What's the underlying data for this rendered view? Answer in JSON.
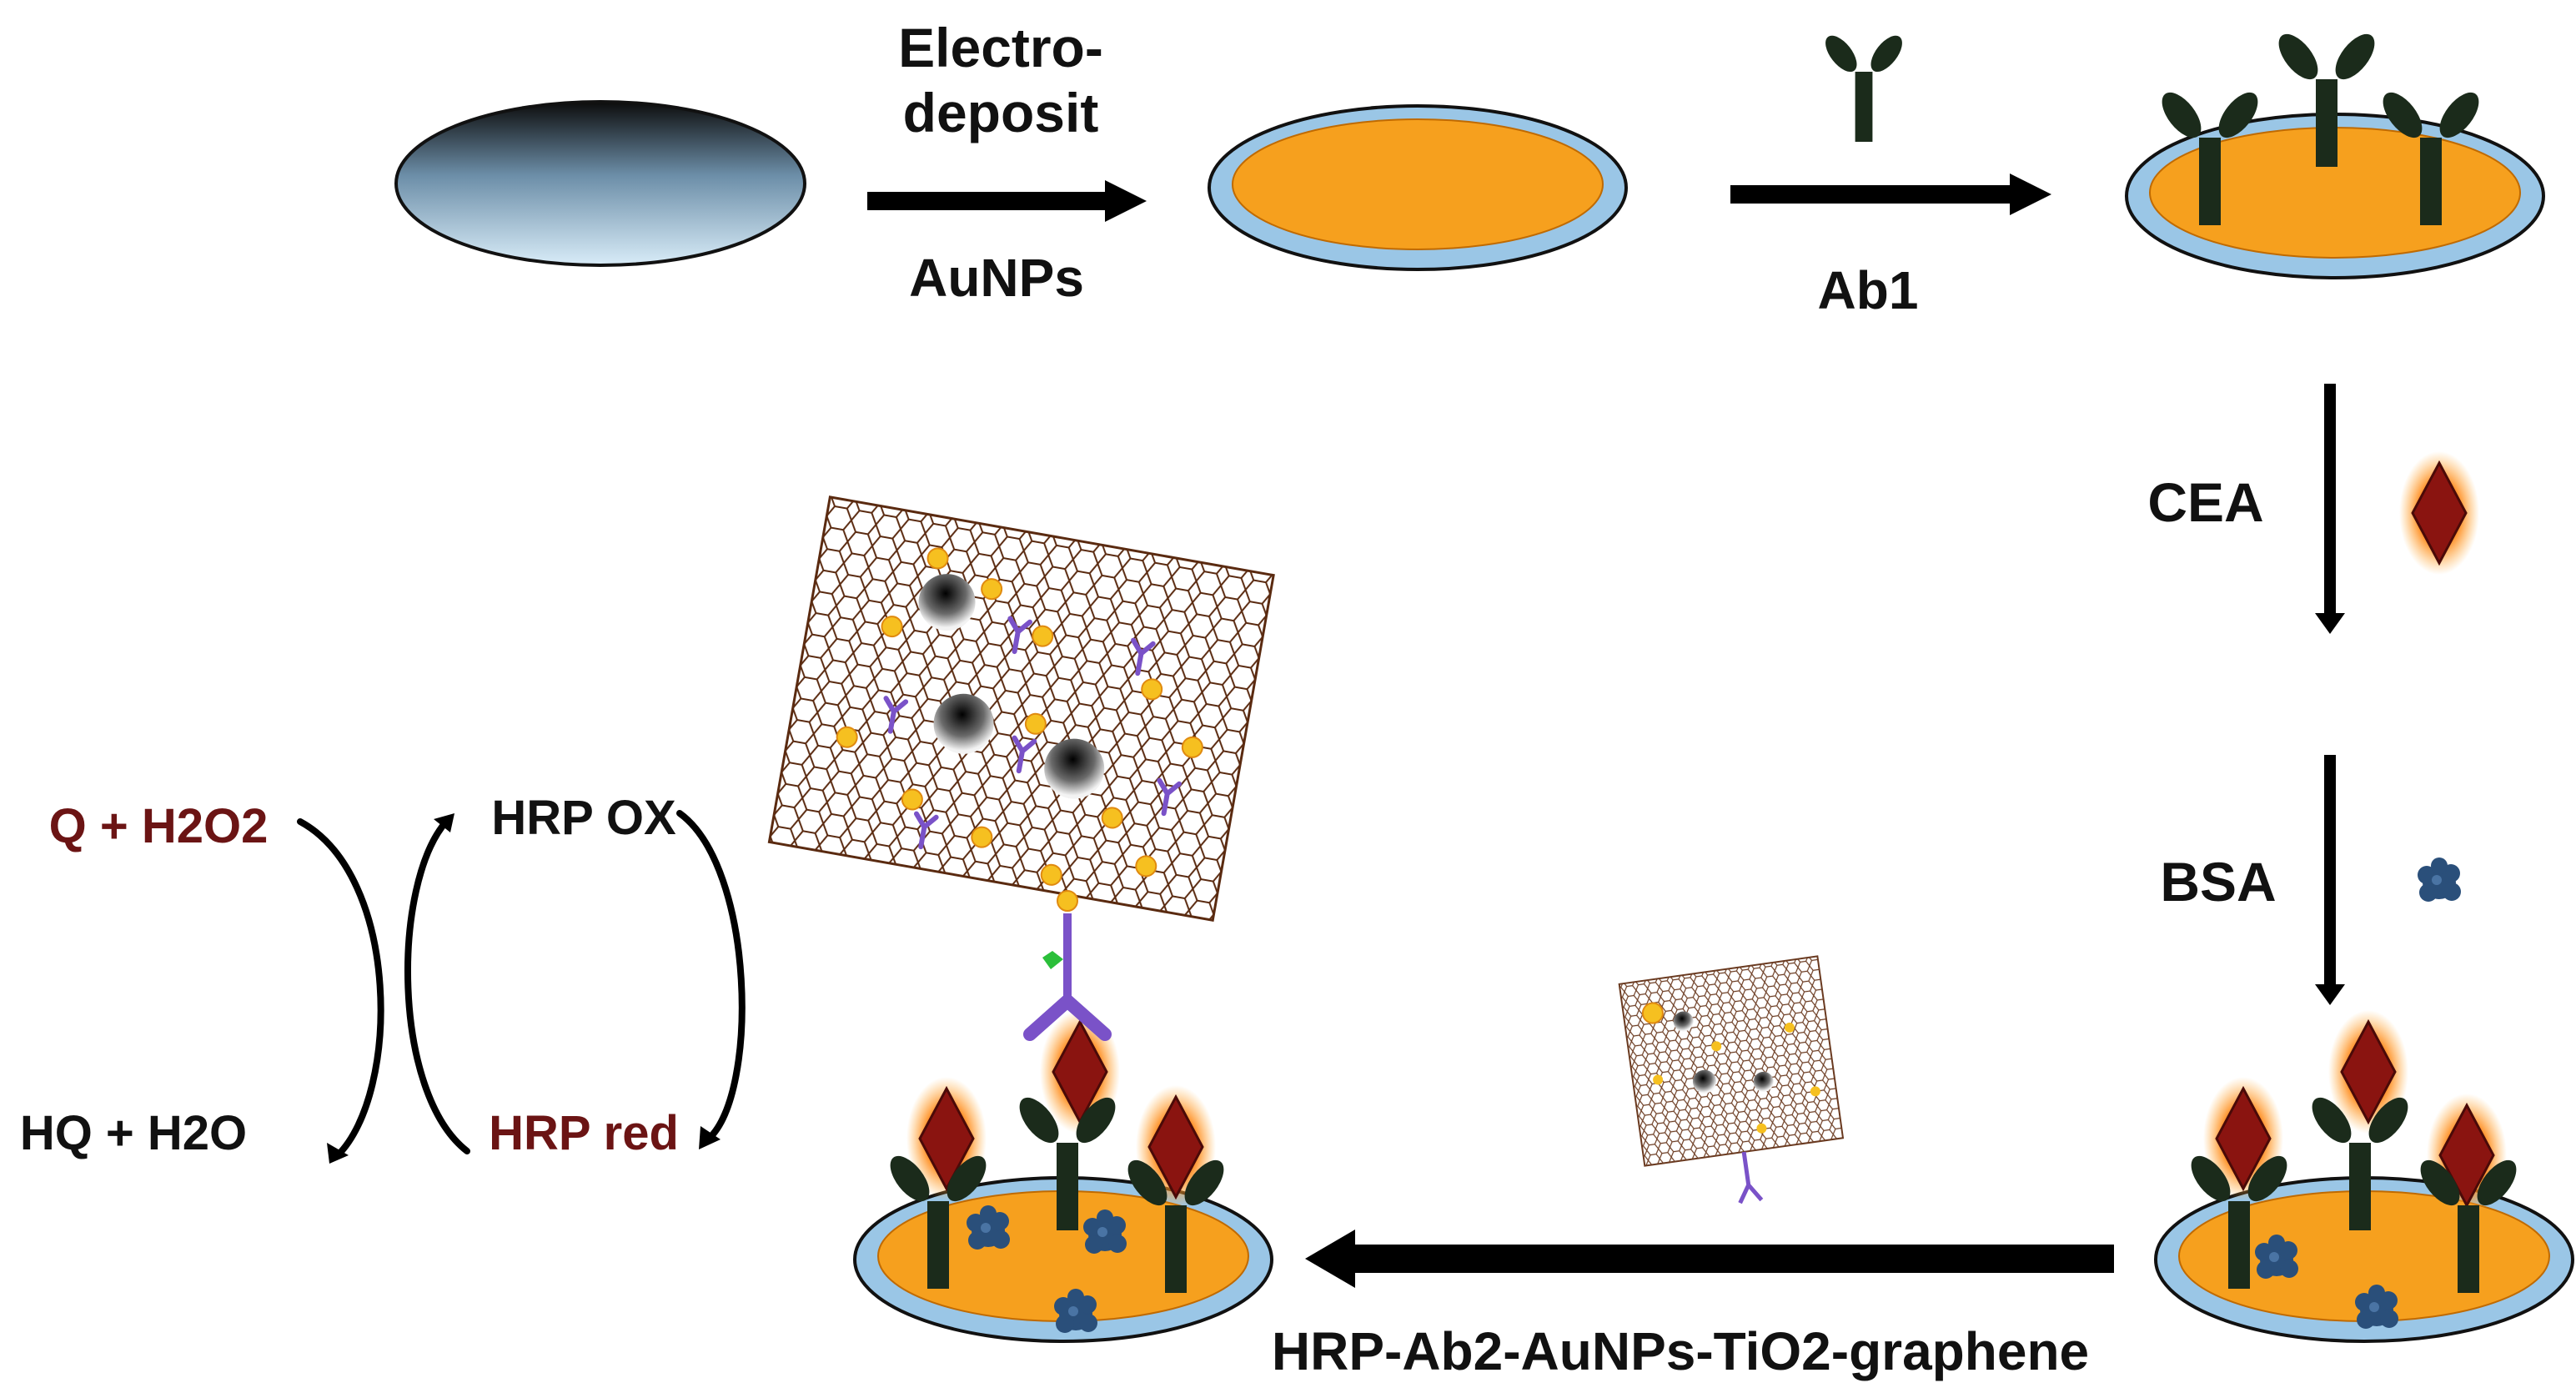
{
  "steps": {
    "step1_top": "Electro-",
    "step1_mid": "deposit",
    "step1_bottom": "AuNPs",
    "step2": "Ab1",
    "step3": "CEA",
    "step4": "BSA",
    "step5": "HRP-Ab2-AuNPs-TiO2-graphene"
  },
  "cycle": {
    "q_h2o2": "Q + H2O2",
    "hq_h2o": "HQ + H2O",
    "hrp_ox": "HRP OX",
    "hrp_red": "HRP red"
  },
  "colors": {
    "gold_layer": "#f6a01e",
    "electrode_rim": "#8cc4e6",
    "antibody_dark": "#1b2b1b",
    "cea_diamond": "#8a1410",
    "bsa_blob": "#2a4f7a",
    "arrow": "#000000",
    "cycle_red_text": "#6b1414"
  }
}
